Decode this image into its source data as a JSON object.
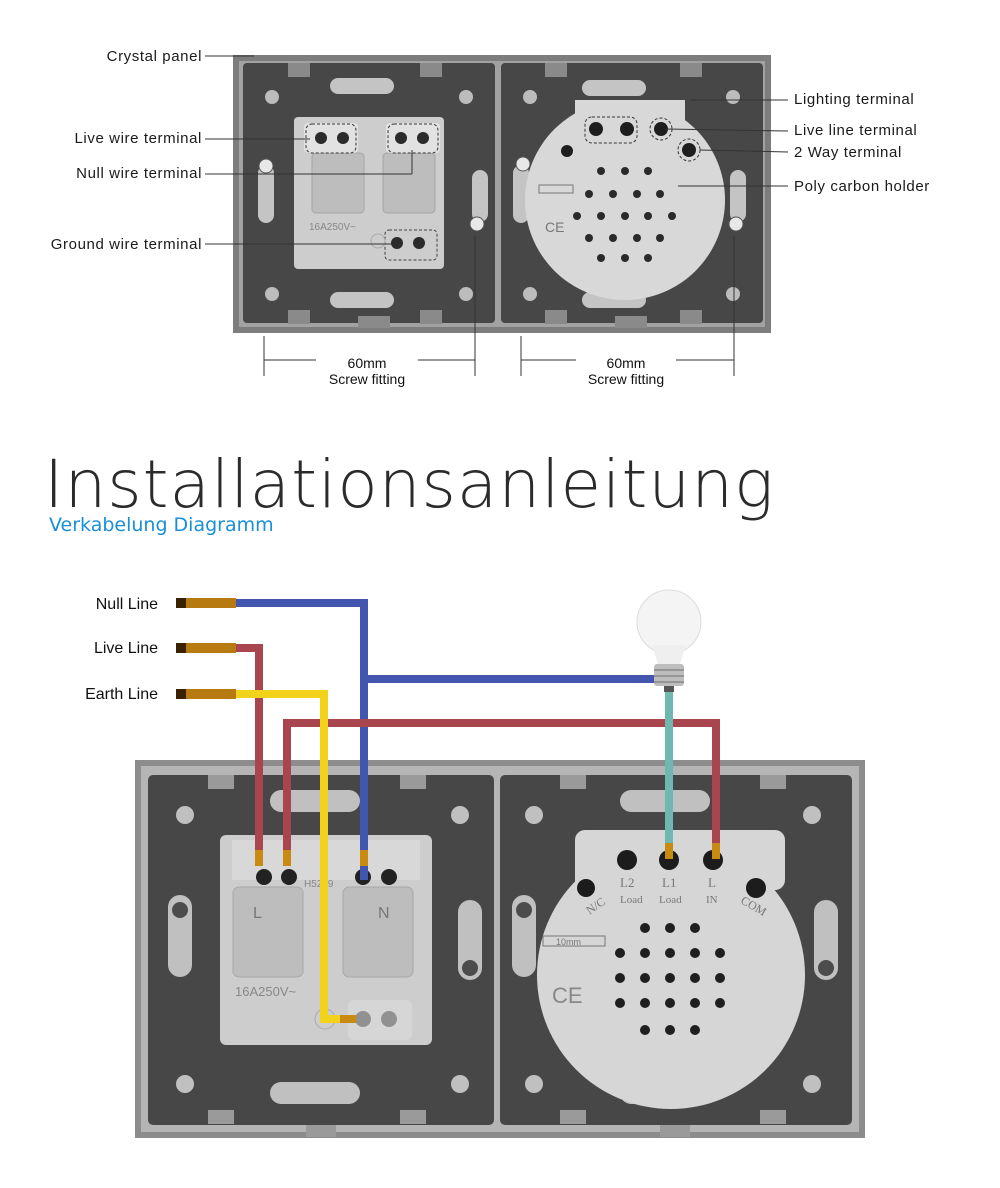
{
  "top_labels": {
    "crystal_panel": "Crystal panel",
    "live_wire_terminal": "Live wire terminal",
    "null_wire_terminal": "Null wire terminal",
    "ground_wire_terminal": "Ground wire terminal",
    "lighting_terminal": "Lighting terminal",
    "live_line_terminal": "Live line terminal",
    "two_way_terminal": "2 Way terminal",
    "poly_carbon_holder": "Poly carbon holder"
  },
  "dimensions": {
    "left_value": "60mm",
    "left_caption": "Screw fitting",
    "right_value": "60mm",
    "right_caption": "Screw fitting"
  },
  "heading": {
    "title": "Installationsanleitung",
    "subtitle": "Verkabelung Diagramm"
  },
  "wires": {
    "null_line": "Null Line",
    "live_line": "Live Line",
    "earth_line": "Earth Line"
  },
  "socket_marks": {
    "rating": "16A250V~",
    "l": "L",
    "n": "N",
    "code": "H5209"
  },
  "switch_marks": {
    "l2": "L2",
    "l1": "L1",
    "l": "L",
    "load": "Load",
    "in": "IN",
    "com": "COM",
    "nc": "N/C",
    "ce": "CE",
    "strip": "10mm"
  },
  "colors": {
    "null": "#4256b0",
    "live": "#a8454e",
    "earth": "#f2d21b",
    "lamp_wire": "#6fb8b0",
    "frame": "#808080",
    "plate": "#4a4a4a",
    "module": "#c9c9c9"
  }
}
